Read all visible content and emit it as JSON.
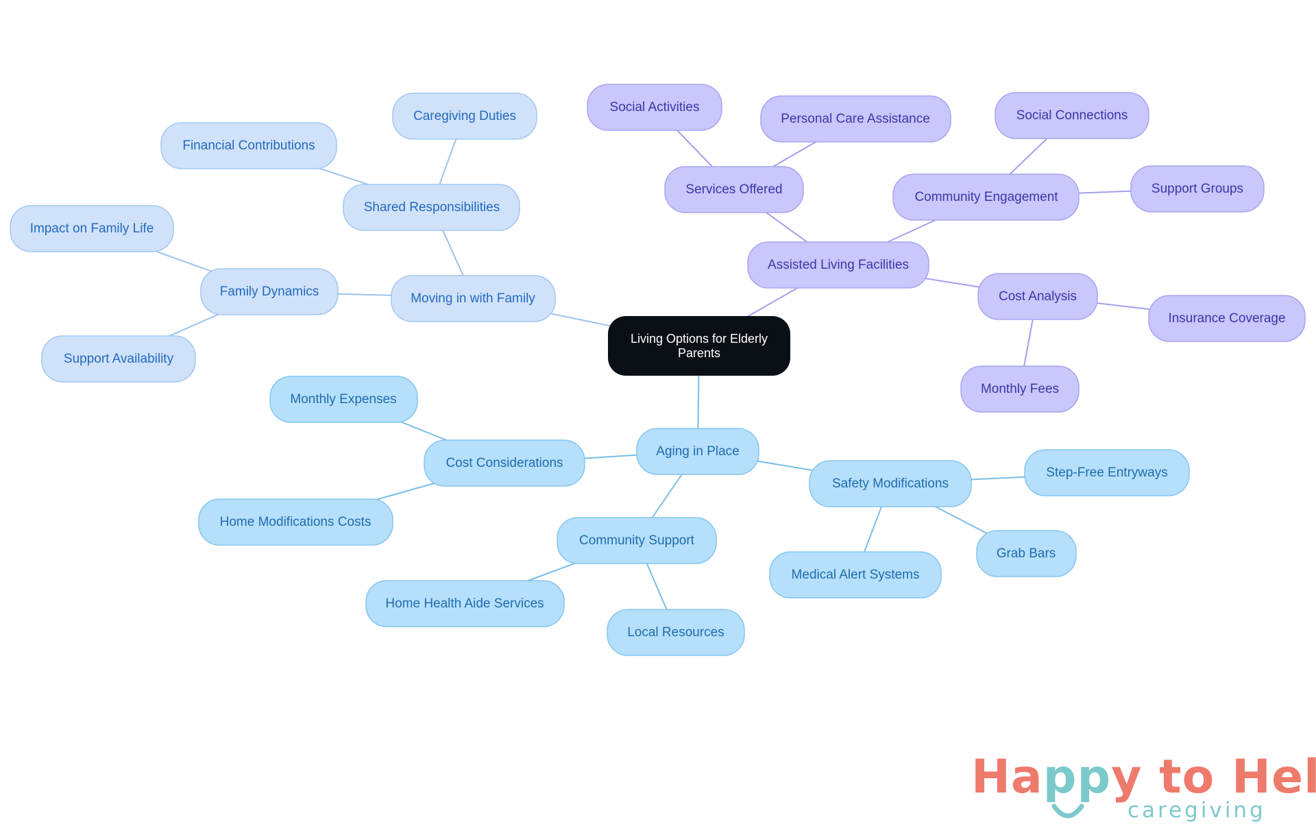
{
  "mindmap": {
    "central": "Living Options for Elderly Parents",
    "branches": {
      "moving_in": {
        "label": "Moving in with Family",
        "shared_responsibilities": "Shared Responsibilities",
        "caregiving_duties": "Caregiving Duties",
        "financial_contributions": "Financial Contributions",
        "family_dynamics": "Family Dynamics",
        "impact_on_family_life": "Impact on Family Life",
        "support_availability": "Support Availability"
      },
      "assisted_living": {
        "label": "Assisted Living Facilities",
        "services_offered": "Services Offered",
        "social_activities": "Social Activities",
        "personal_care_assistance": "Personal Care Assistance",
        "community_engagement": "Community Engagement",
        "social_connections": "Social Connections",
        "support_groups": "Support Groups",
        "cost_analysis": "Cost Analysis",
        "insurance_coverage": "Insurance Coverage",
        "monthly_fees": "Monthly Fees"
      },
      "aging_in_place": {
        "label": "Aging in Place",
        "cost_considerations": "Cost Considerations",
        "monthly_expenses": "Monthly Expenses",
        "home_modifications_costs": "Home Modifications Costs",
        "community_support": "Community Support",
        "home_health_aide_services": "Home Health Aide Services",
        "local_resources": "Local Resources",
        "safety_modifications": "Safety Modifications",
        "step_free_entryways": "Step-Free Entryways",
        "grab_bars": "Grab Bars",
        "medical_alert_systems": "Medical Alert Systems"
      }
    }
  },
  "logo": {
    "brand_part1": "Ha",
    "brand_part2": "pp",
    "brand_part3": "y to Help",
    "tagline": "caregiving"
  },
  "colors": {
    "central_fill": "#0b1017",
    "family_fill": "#cfe2fa",
    "family_stroke": "#a3c8ef",
    "family_text": "#2469bd",
    "assisted_fill": "#c9c7fb",
    "assisted_stroke": "#a8a5f0",
    "assisted_text": "#3d35a8",
    "aging_fill": "#b5dffb",
    "aging_stroke": "#86c5ef",
    "aging_text": "#1f6cae",
    "logo_coral": "#ee7a6c",
    "logo_teal": "#7cc9cb"
  }
}
